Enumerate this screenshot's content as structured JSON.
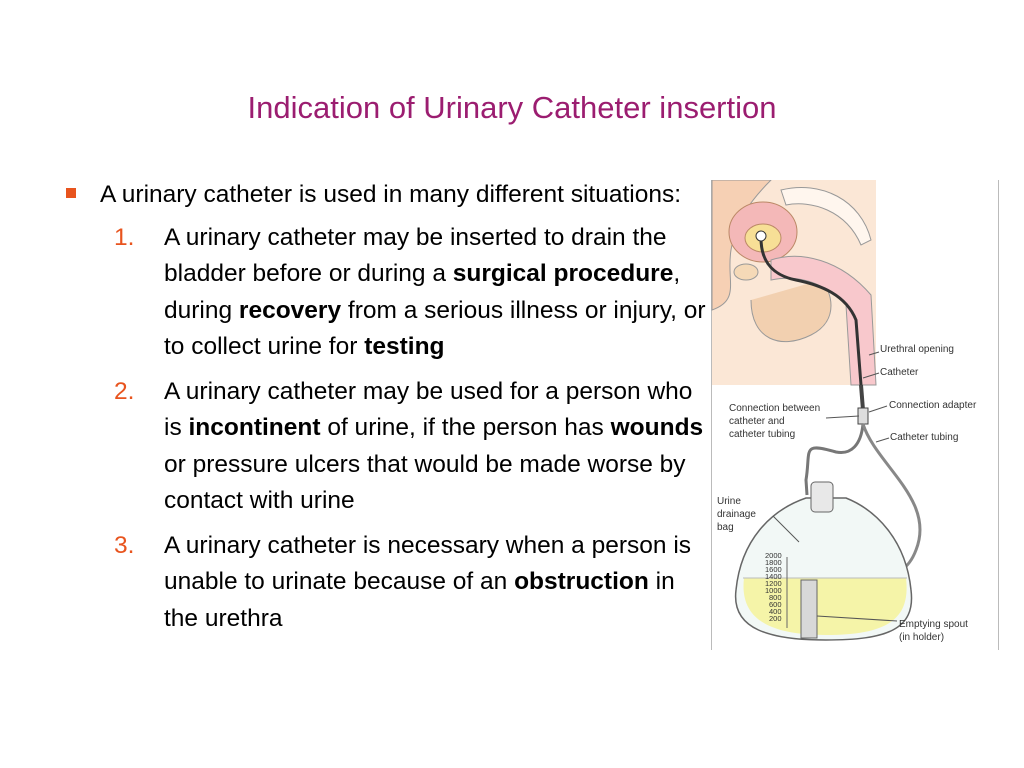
{
  "slide": {
    "title": "Indication of Urinary Catheter insertion",
    "intro": "A urinary catheter is used in many different situations:",
    "items": [
      {
        "num": "1.",
        "t1": "A urinary catheter may be inserted to drain the bladder before or during a ",
        "b1": "surgical procedure",
        "t2": ", during ",
        "b2": "recovery",
        "t3": " from a serious illness or injury, or to collect urine for ",
        "b3": "testing"
      },
      {
        "num": "2.",
        "t1": "A urinary catheter may be used for a person who is ",
        "b1": "incontinent",
        "t2": " of urine, if the person has ",
        "b2": "wounds",
        "t3": " or pressure ulcers that would be made worse by contact with urine"
      },
      {
        "num": "3.",
        "t1": "A urinary catheter is necessary when a person is unable to urinate because of an ",
        "b1": "obstruction",
        "t2": " in the urethra"
      }
    ]
  },
  "figure": {
    "labels": {
      "urethral_opening": "Urethral opening",
      "catheter": "Catheter",
      "connection_adapter": "Connection adapter",
      "connection_between_1": "Connection between",
      "connection_between_2": "catheter and",
      "connection_between_3": "catheter tubing",
      "catheter_tubing": "Catheter tubing",
      "drainage_bag_1": "Urine",
      "drainage_bag_2": "drainage",
      "drainage_bag_3": "bag",
      "emptying_spout_1": "Emptying spout",
      "emptying_spout_2": "(in holder)"
    },
    "scale": [
      "2000",
      "1800",
      "1600",
      "1400",
      "1200",
      "1000",
      "800",
      "600",
      "400",
      "200"
    ]
  }
}
